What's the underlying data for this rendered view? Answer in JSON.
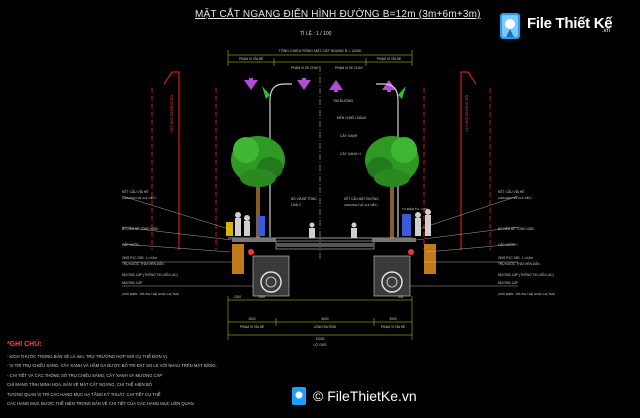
{
  "drawing": {
    "title": "MẶT CẮT NGANG ĐIỂN HÌNH ĐƯỜNG B=12m (3m+6m+3m)",
    "scale": "TỈ LỆ : 1 / 100",
    "top_dim_label": "TỔNG CHIỀU RỘNG MẶT CẮT NGANG B = 12000",
    "top_dims": [
      "3000",
      "6000",
      "3000"
    ],
    "sidewalk_left_label": "PHẠM VI VỈA HÈ",
    "sidewalk_right_label": "PHẠM VI VỈA HÈ",
    "carriage_left_label": "PHẠM VI XE CHẠY",
    "carriage_right_label": "PHẠM VI XE CHẠY",
    "boundary_left": "CHỈ GIỚI ĐƯỜNG ĐỎ",
    "boundary_right": "CHỈ GIỚI ĐƯỜNG ĐỎ",
    "centerline": "TIM ĐƯỜNG",
    "lighting": "ĐÈN CHIẾU SÁNG",
    "tree": "CÂY XANH",
    "tree_height": "CÂY XANH H",
    "curb_left": "KẾT CẤU VỈA HÈ",
    "curb_left_sub": "(XEM BẢN VẼ CHI TIẾT)",
    "curb_right": "KẾT CẤU VỈA HÈ",
    "curb_right_sub": "(XEM BẢN VẼ CHI TIẾT)",
    "concrete_curb": "BÓ VỈA BÊ TÔNG",
    "concrete_curb_sub": "LOẠI 2",
    "road_structure": "KẾT CẤU MẶT ĐƯỜNG",
    "road_structure_sub": "(XEM BẢN VẼ CHI TIẾT)",
    "pipe_left": "BÓ NỀN BÊ TÔNG N250",
    "pipe_right": "BÓ NỀN BÊ TÔNG N250",
    "tuyen_left": "TỦ PHÂN PHỐI",
    "tuyen_right": "TỦ ĐIỆN TH - CSP",
    "water_left": "CẤP NƯỚC",
    "water_right": "CẤP NƯỚC",
    "pvc_left": "ỐNG PVC D90 - L=4.0m",
    "pvc_left2": "TRỤ NƯỚC THẢI VIỄN DẪN",
    "pvc_left3": "MƯƠNG CÁP (THÔNG TIN LIÊN LẠC)",
    "pvc_right": "ỐNG PVC D90 - L=4.0m",
    "pvc_right2": "TRỤ NƯỚC THẢI VIỄN DẪN",
    "pvc_right3": "MƯƠNG CÁP (THÔNG TIN LIÊN LẠC)",
    "cable_left": "MƯƠNG CÁP",
    "cable_left_sub": "(CẤP ĐIỆN : TRUNG THẾ HOẶC HẠ THẾ)",
    "cable_right": "MƯƠNG CÁP",
    "cable_right_sub": "(CẤP ĐIỆN : TRUNG THẾ HOẶC HẠ THẾ)",
    "bottom_left": "PHẠM VI VỈA HÈ",
    "bottom_mid": "LÒNG ĐƯỜNG",
    "bottom_right": "PHẠM VI VỈA HÈ",
    "bottom_dims": [
      "3000",
      "6000",
      "3000"
    ],
    "bottom_total": "12000",
    "bottom_total_label": "LỘ GIỚI",
    "dim_small": [
      "1200",
      "1500",
      "300"
    ]
  },
  "notes": {
    "heading": "*GHI CHÚ:",
    "items": [
      "- KÍCH THƯỚC TRONG BẢN VẼ LÀ mm. TRỪ TRƯỜNG HỢP GHI CỤ THỂ ĐƠN VỊ.",
      "- VỊ TRÍ TRỤ CHIẾU SÁNG, CÂY XANH VÀ HẦM GA ĐƯỢC BỐ TRÍ ĐẶT SO LE VỚI NHAU TRÊN MẶT BẰNG.",
      "- CHI TIẾT VÀ CÁC THÔNG SỐ TRỤ CHIẾU SÁNG, CÂY XANH VÀ MƯƠNG CÁP",
      "  CHỈ MANG TÍNH MINH HỌA, BẢN VẼ MẶT CẮT NGANG, CHI THỂ HIỆN BỐ",
      "  TƯƠNG QUAN VỊ TRÍ CÁC HẠNG MỤC HẠ TẦNG KỸ THUẬT. CHI TIẾT CỤ THỂ",
      "  CÁC HẠNG MỤC ĐƯỢC THỂ HIỆN TRONG BẢN VẼ CHI TIẾT CỦA CÁC HẠNG MỤC LIÊN QUAN."
    ]
  },
  "brand": {
    "name": "File Thiết Kế",
    "domain": ".vn",
    "watermark": "© FileThietKe.vn"
  },
  "colors": {
    "boundary": "#ff2020",
    "arrow": "#b44ad8",
    "tree": "#2e9a24",
    "lamp": "#2fbf2f",
    "dim": "#d9d900",
    "text": "#d0d0d0"
  }
}
